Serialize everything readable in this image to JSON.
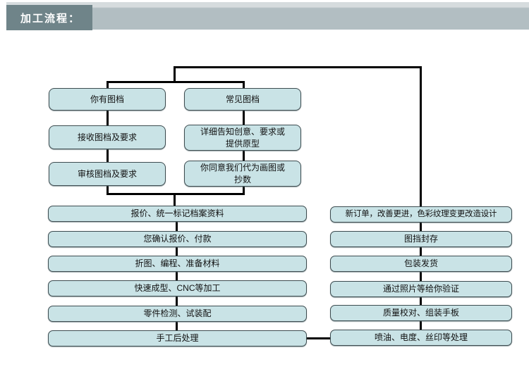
{
  "header": {
    "title": "加工流程："
  },
  "colors": {
    "node_fill": "#c9e3e6",
    "node_border": "#3d4c50",
    "line": "#000000",
    "header_dark": "#6f8489",
    "header_light": "#b2bec2"
  },
  "flow": {
    "branch_left": [
      "你有图档",
      "接收图档及要求",
      "审核图档及要求"
    ],
    "branch_right": [
      "常见图档",
      "详细告知创意、要求或\n提供原型",
      "你同意我们代为画图或\n抄数"
    ],
    "main_column": [
      "报价、统一标记档案资料",
      "您确认报价、付款",
      "折图、编程、准备材料",
      "快速成型、CNC等加工",
      "零件检测、试装配",
      "手工后处理"
    ],
    "side_column": [
      "新订单，改善更进，色彩纹理变更改造设计",
      "图挡封存",
      "包装发货",
      "通过照片等给你验证",
      "质量校对、组装手板",
      "喷油、电度、丝印等处理"
    ]
  }
}
